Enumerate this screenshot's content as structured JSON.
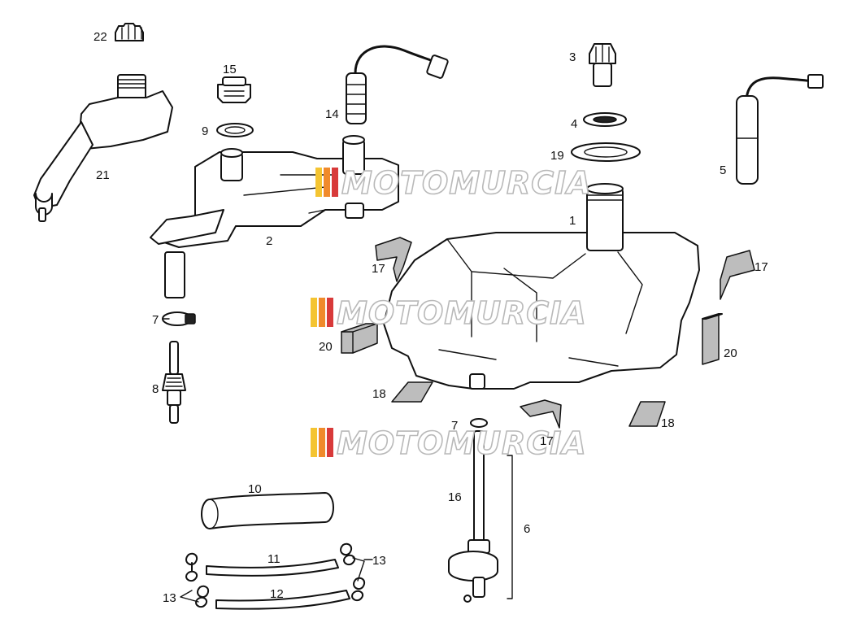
{
  "watermark": {
    "text": "MOTOMURCIA",
    "stripe_colors": [
      "#f4c431",
      "#f08a2b",
      "#d83a3a",
      "#cfcfcf"
    ]
  },
  "part_labels": {
    "p1": "1",
    "p2": "2",
    "p3": "3",
    "p4": "4",
    "p5": "5",
    "p6": "6",
    "p7a": "7",
    "p7b": "7",
    "p8": "8",
    "p9": "9",
    "p10": "10",
    "p11": "11",
    "p12": "12",
    "p13a": "13",
    "p13b": "13",
    "p14": "14",
    "p15": "15",
    "p16": "16",
    "p17a": "17",
    "p17b": "17",
    "p17c": "17",
    "p18a": "18",
    "p18b": "18",
    "p19": "19",
    "p20a": "20",
    "p20b": "20",
    "p21": "21",
    "p22": "22"
  }
}
